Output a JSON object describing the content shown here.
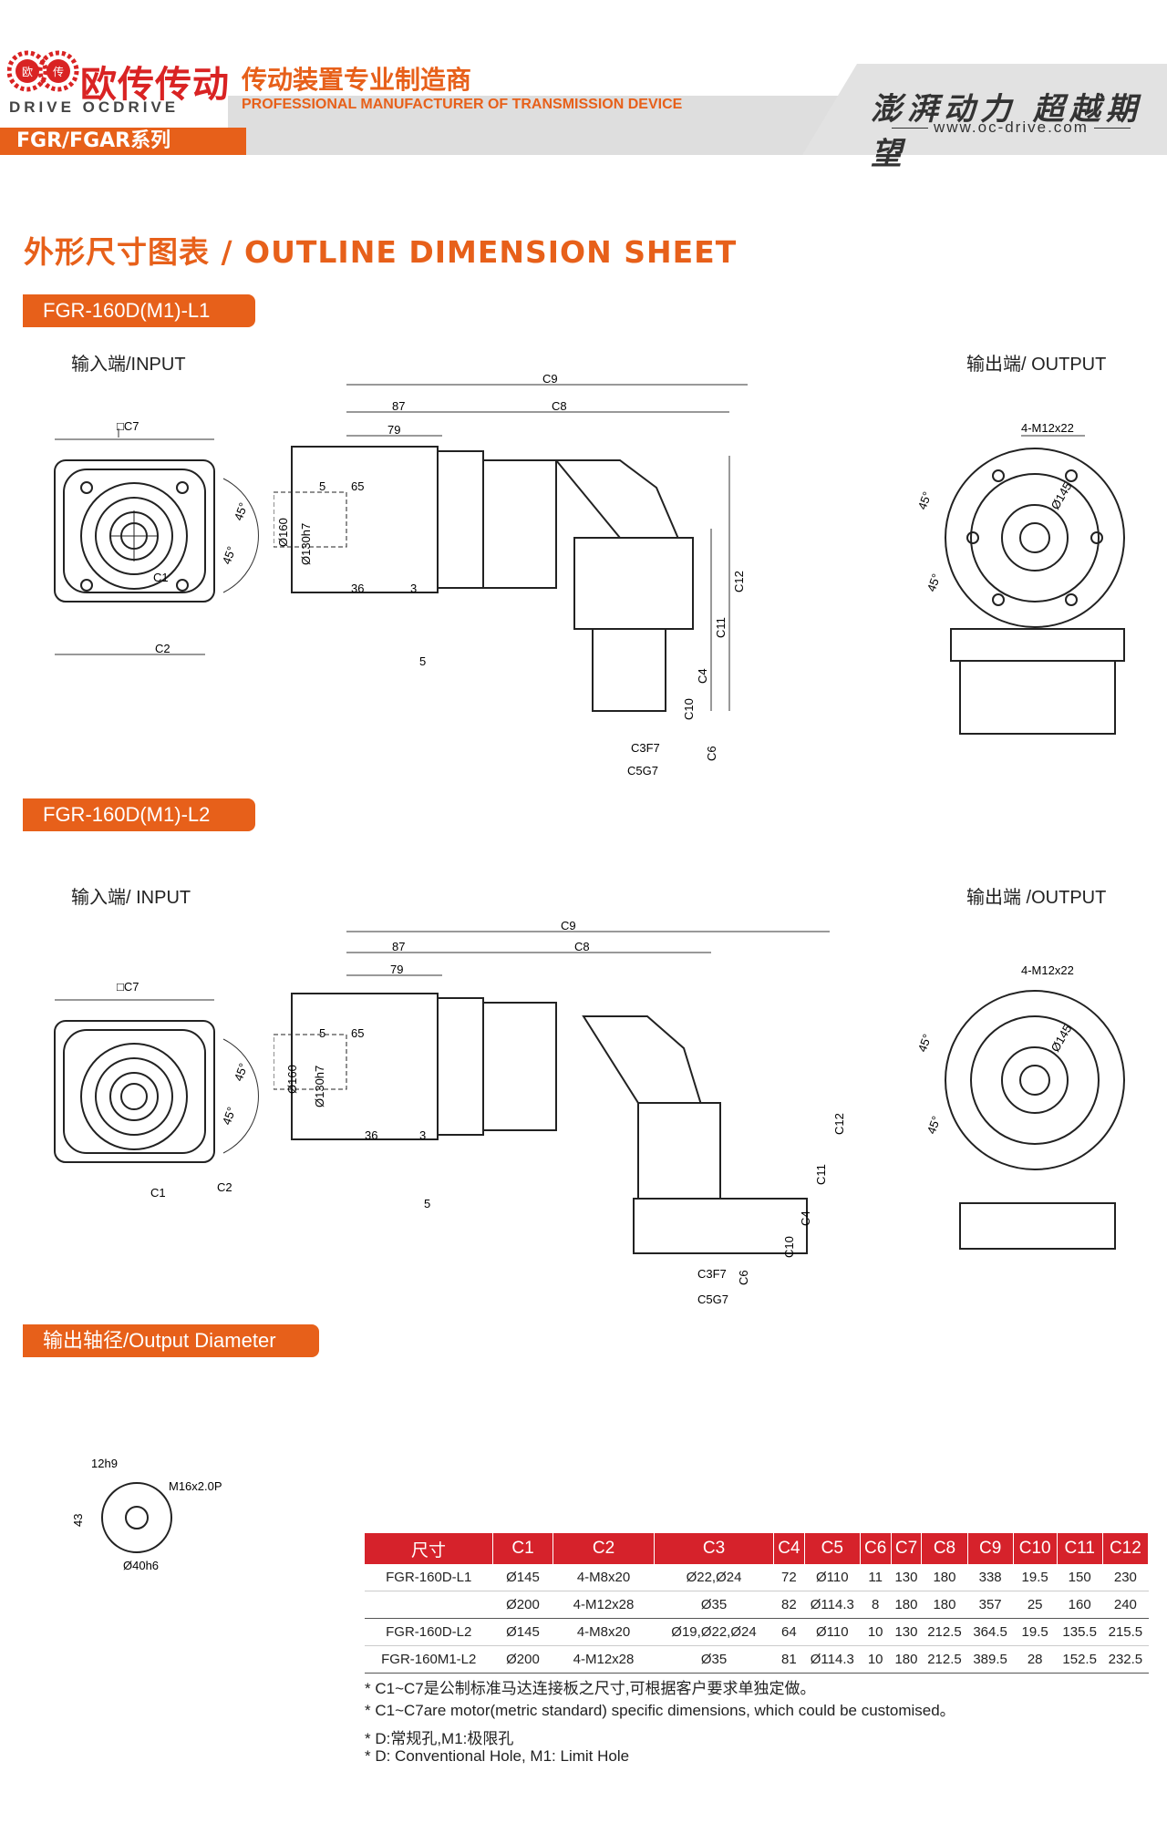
{
  "header": {
    "logo_cn": "欧传传动",
    "logo_en": "DRIVE OCDRIVE",
    "tagline_cn": "传动装置专业制造商",
    "tagline_en": "PROFESSIONAL MANUFACTURER OF TRANSMISSION DEVICE",
    "slogan": "澎湃动力 超越期望",
    "website": "www.oc-drive.com",
    "series": "FGR/FGAR系列",
    "accent_color": "#e7601a",
    "brand_red": "#d92323"
  },
  "page_title": "外形尺寸图表 / OUTLINE DIMENSION SHEET",
  "section1": {
    "label": "FGR-160D(M1)-L1",
    "input_label": "输入端/INPUT",
    "output_label": "输出端/ OUTPUT",
    "dims": {
      "c7": "□C7",
      "c1": "C1",
      "c2": "C2",
      "a45a": "45°",
      "a45b": "45°",
      "d87": "87",
      "d79": "79",
      "d65": "65",
      "d5a": "5",
      "d36": "36",
      "d3": "3",
      "d5b": "5",
      "d160": "Ø160",
      "d130": "Ø130h7",
      "c9": "C9",
      "c8": "C8",
      "c12": "C12",
      "c11": "C11",
      "c4": "C4",
      "c10": "C10",
      "c3": "C3F7",
      "c6": "C6",
      "c5": "C5G7",
      "m12": "4-M12x22",
      "o145": "Ø145",
      "o45a": "45°",
      "o45b": "45°"
    }
  },
  "section2": {
    "label": "FGR-160D(M1)-L2",
    "input_label": "输入端/ INPUT",
    "output_label": "输出端 /OUTPUT",
    "dims": {
      "c7": "□C7",
      "c1": "C1",
      "c2": "C2",
      "a45a": "45°",
      "a45b": "45°",
      "d87": "87",
      "d79": "79",
      "d65": "65",
      "d5a": "5",
      "d36": "36",
      "d3": "3",
      "d5b": "5",
      "d160": "Ø160",
      "d130": "Ø130h7",
      "c9": "C9",
      "c8": "C8",
      "c12": "C12",
      "c11": "C11",
      "c4": "C4",
      "c10": "C10",
      "c3": "C3F7",
      "c6": "C6",
      "c5": "C5G7",
      "m12": "4-M12x22",
      "o145": "Ø145",
      "o45a": "45°",
      "o45b": "45°"
    }
  },
  "section3": {
    "label": "输出轴径/Output Diameter",
    "dims": {
      "key": "12h9",
      "thread": "M16x2.0P",
      "h": "43",
      "dia": "Ø40h6"
    }
  },
  "table": {
    "headers": [
      "尺寸",
      "C1",
      "C2",
      "C3",
      "C4",
      "C5",
      "C6",
      "C7",
      "C8",
      "C9",
      "C10",
      "C11",
      "C12"
    ],
    "rows": [
      [
        "FGR-160D-L1",
        "Ø145",
        "4-M8x20",
        "Ø22,Ø24",
        "72",
        "Ø110",
        "11",
        "130",
        "180",
        "338",
        "19.5",
        "150",
        "230"
      ],
      [
        "",
        "Ø200",
        "4-M12x28",
        "Ø35",
        "82",
        "Ø114.3",
        "8",
        "180",
        "180",
        "357",
        "25",
        "160",
        "240"
      ],
      [
        "FGR-160D-L2",
        "Ø145",
        "4-M8x20",
        "Ø19,Ø22,Ø24",
        "64",
        "Ø110",
        "10",
        "130",
        "212.5",
        "364.5",
        "19.5",
        "135.5",
        "215.5"
      ],
      [
        "FGR-160M1-L2",
        "Ø200",
        "4-M12x28",
        "Ø35",
        "81",
        "Ø114.3",
        "10",
        "180",
        "212.5",
        "389.5",
        "28",
        "152.5",
        "232.5"
      ]
    ]
  },
  "notes": [
    "* C1~C7是公制标准马达连接板之尺寸,可根据客户要求单独定做。",
    "* C1~C7are motor(metric standard)  specific dimensions, which could be customised。",
    "* D:常规孔,M1:极限孔",
    "* D: Conventional Hole, M1: Limit Hole"
  ]
}
